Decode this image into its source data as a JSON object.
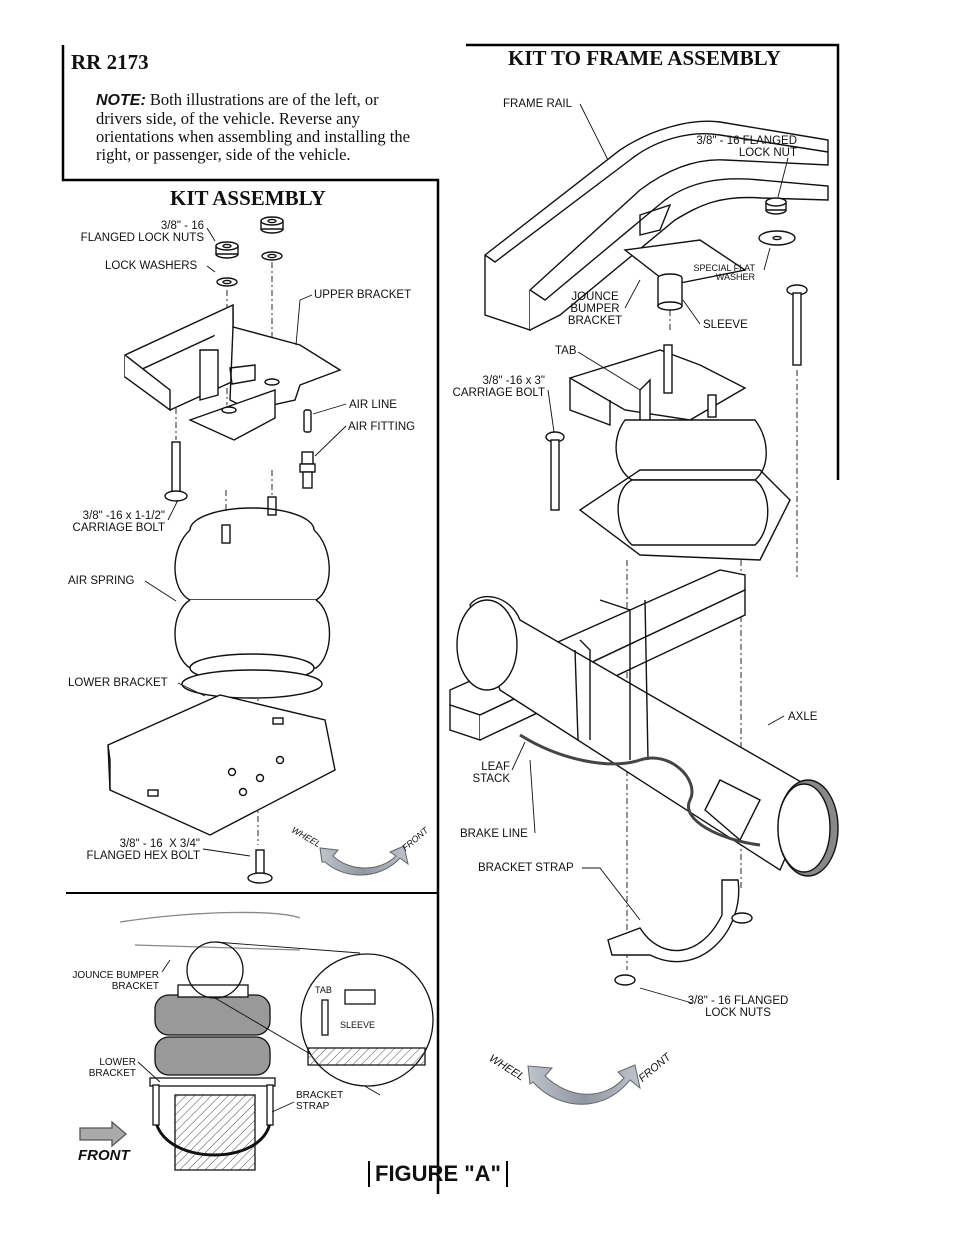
{
  "header": {
    "part_number": "RR 2173",
    "note_label": "NOTE:",
    "note_text": " Both illustrations are of the left, or drivers side, of the vehicle.  Reverse any orientations when assembling and installing the right, or passenger, side of the vehicle."
  },
  "kit_assembly": {
    "title": "KIT ASSEMBLY",
    "labels": {
      "flanged_lock_nuts": "3/8\" - 16\nFLANGED LOCK NUTS",
      "lock_washers": "LOCK WASHERS",
      "upper_bracket": "UPPER BRACKET",
      "air_line": "AIR LINE",
      "air_fitting": "AIR FITTING",
      "carriage_bolt": "3/8\" -16 x 1-1/2\"\nCARRIAGE BOLT",
      "air_spring": "AIR SPRING",
      "lower_bracket": "LOWER BRACKET",
      "flanged_hex_bolt": "3/8\" - 16  X 3/4\"\nFLANGED HEX BOLT",
      "wheel": "WHEEL",
      "front": "FRONT"
    }
  },
  "kit_to_frame": {
    "title": "KIT TO FRAME ASSEMBLY",
    "labels": {
      "frame_rail": "FRAME RAIL",
      "flanged_lock_nut": "3/8\" - 16 FLANGED\nLOCK NUT",
      "special_flat_washer": "SPECIAL FLAT\nWASHER",
      "jounce_bumper_bracket": "JOUNCE\nBUMPER\nBRACKET",
      "sleeve": "SLEEVE",
      "tab": "TAB",
      "carriage_bolt": "3/8\" -16 x 3\"\nCARRIAGE BOLT",
      "axle": "AXLE",
      "leaf_stack": "LEAF\nSTACK",
      "brake_line": "BRAKE LINE",
      "bracket_strap": "BRACKET STRAP",
      "flanged_lock_nuts": "3/8\" - 16 FLANGED\nLOCK NUTS",
      "wheel": "WHEEL",
      "front": "FRONT"
    }
  },
  "installed_view": {
    "labels": {
      "jounce_bumper_bracket": "JOUNCE BUMPER\nBRACKET",
      "lower_bracket": "LOWER\nBRACKET",
      "bracket_strap": "BRACKET\nSTRAP",
      "tab": "TAB",
      "sleeve": "SLEEVE",
      "front": "FRONT"
    }
  },
  "figure_label": "FIGURE \"A\""
}
